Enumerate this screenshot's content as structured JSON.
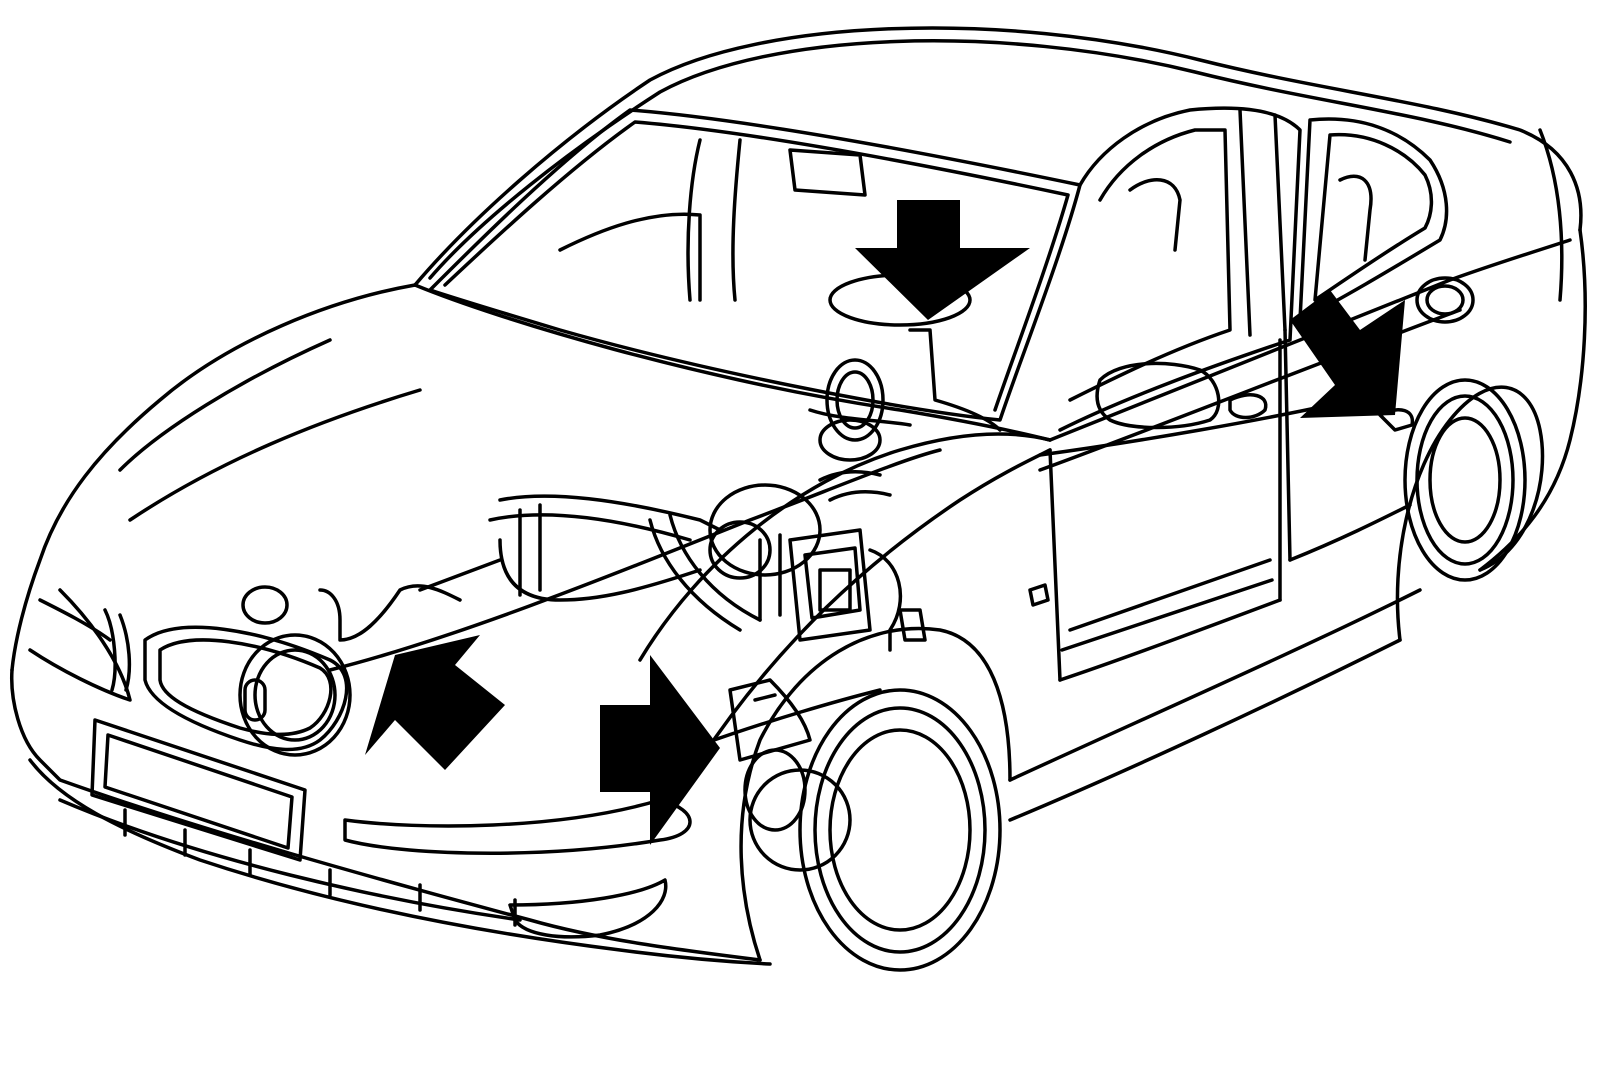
{
  "diagram": {
    "kind": "vehicle component location illustration",
    "colors": {
      "background": "#ffffff",
      "ink": "#000000"
    },
    "callout_arrows": [
      {
        "id": "arrow-cabin",
        "direction": "down"
      },
      {
        "id": "arrow-rear-door",
        "direction": "down-right"
      },
      {
        "id": "arrow-engine-left",
        "direction": "up-left"
      },
      {
        "id": "arrow-front-wheel",
        "direction": "right"
      }
    ]
  }
}
